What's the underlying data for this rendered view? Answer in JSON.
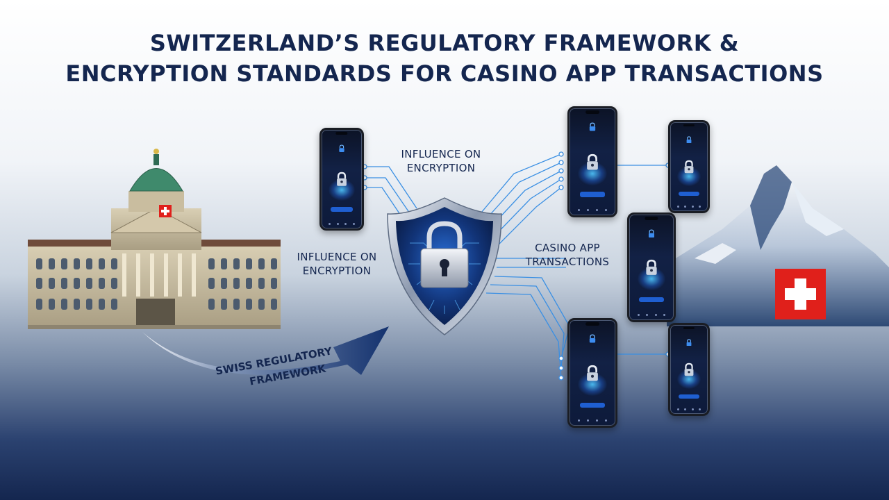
{
  "title": {
    "line1": "SWITZERLAND’S REGULATORY FRAMEWORK &",
    "line2": "ENCRYPTION STANDARDS FOR CASINO APP TRANSACTIONS"
  },
  "labels": {
    "influence_top_line1": "INFLUENCE ON",
    "influence_top_line2": "ENCRYPTION",
    "influence_left_line1": "INFLUENCE ON",
    "influence_left_line2": "ENCRYPTION",
    "casino_line1": "CASINO APP",
    "casino_line2": "TRANSACTIONS",
    "arrow_line1": "SWISS REGULATORY",
    "arrow_line2": "FRAMEWORK"
  },
  "colors": {
    "navy": "#14264f",
    "accent_blue": "#2f7fe0",
    "swiss_red": "#e0201b"
  },
  "icons": [
    "federal-palace-illustration",
    "shield-lock-icon",
    "padlock-icon",
    "swiss-flag-icon",
    "mountain-illustration"
  ]
}
